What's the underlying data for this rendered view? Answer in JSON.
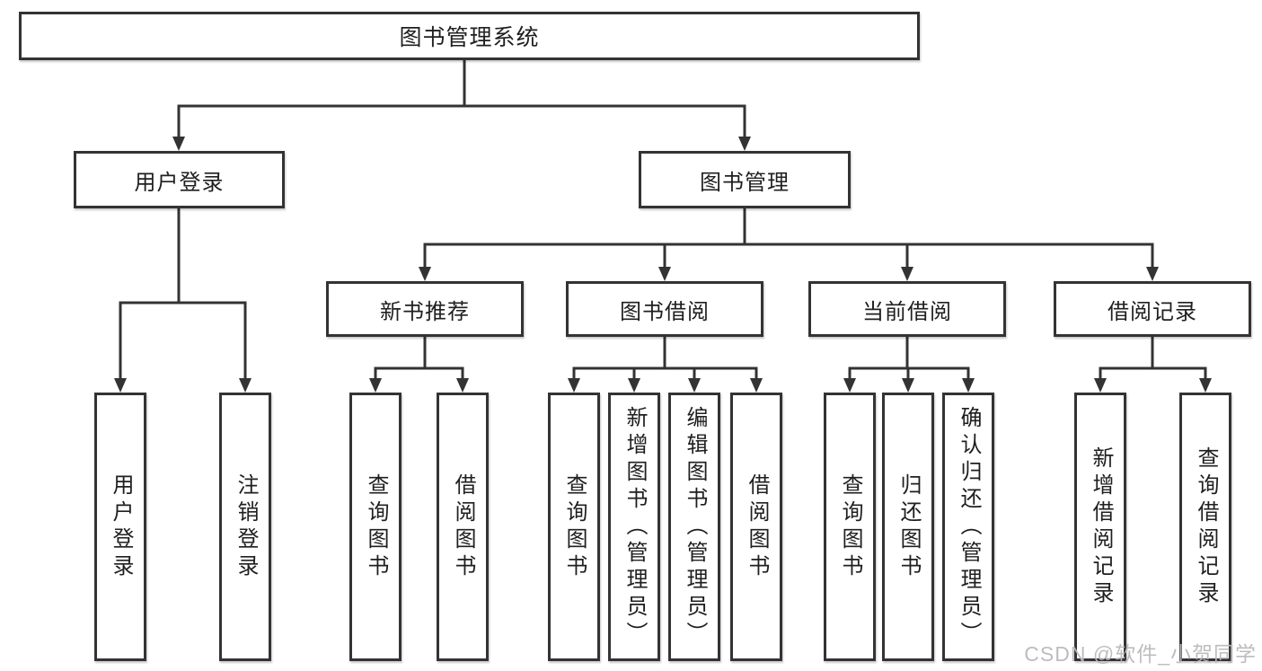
{
  "colors": {
    "line": "#333333",
    "box_border": "#333333",
    "text": "#1f1f1f",
    "watermark": "#b9b9b9",
    "background": "#ffffff"
  },
  "tree": {
    "root": {
      "label": "图书管理系统"
    },
    "branches": [
      {
        "label": "用户登录",
        "children": [
          {
            "label": "用户登录"
          },
          {
            "label": "注销登录"
          }
        ]
      },
      {
        "label": "图书管理",
        "children": [
          {
            "label": "新书推荐",
            "children": [
              {
                "label": "查询图书"
              },
              {
                "label": "借阅图书"
              }
            ]
          },
          {
            "label": "图书借阅",
            "children": [
              {
                "label": "查询图书"
              },
              {
                "label": "新增图书（管理员）"
              },
              {
                "label": "编辑图书（管理员）"
              },
              {
                "label": "借阅图书"
              }
            ]
          },
          {
            "label": "当前借阅",
            "children": [
              {
                "label": "查询图书"
              },
              {
                "label": "归还图书"
              },
              {
                "label": "确认归还（管理员）"
              }
            ]
          },
          {
            "label": "借阅记录",
            "children": [
              {
                "label": "新增借阅记录"
              },
              {
                "label": "查询借阅记录"
              }
            ]
          }
        ]
      }
    ]
  },
  "watermark": "CSDN @软件_小贺同学"
}
